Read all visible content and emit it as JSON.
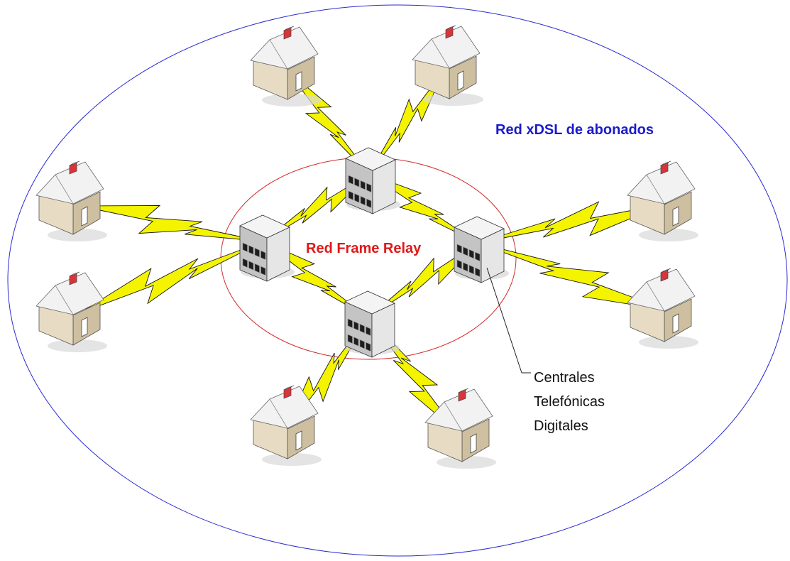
{
  "labels": {
    "outer_network": "Red xDSL de abonados",
    "inner_network": "Red Frame Relay",
    "callout_lines": [
      "Centrales",
      "Telefónicas",
      "Digitales"
    ]
  },
  "colors": {
    "outer_ellipse": "#2a2ad0",
    "inner_ellipse": "#d42a2a",
    "lightning": "#f4f400",
    "house_wall": "#e7dcc3",
    "house_roof": "#f2f2f2",
    "chimney": "#d8343a",
    "exchange_front": "#c4c4c4"
  },
  "diagram": {
    "exchanges": [
      {
        "id": "top"
      },
      {
        "id": "left"
      },
      {
        "id": "right"
      },
      {
        "id": "bottom"
      }
    ],
    "houses": [
      {
        "id": "top-left",
        "connects_to": "top"
      },
      {
        "id": "top-right",
        "connects_to": "top"
      },
      {
        "id": "left-upper",
        "connects_to": "left"
      },
      {
        "id": "left-lower",
        "connects_to": "left"
      },
      {
        "id": "right-upper",
        "connects_to": "right"
      },
      {
        "id": "right-lower",
        "connects_to": "right"
      },
      {
        "id": "bottom-left",
        "connects_to": "bottom"
      },
      {
        "id": "bottom-right",
        "connects_to": "bottom"
      }
    ],
    "exchange_links": [
      [
        "top",
        "left"
      ],
      [
        "top",
        "right"
      ],
      [
        "left",
        "bottom"
      ],
      [
        "right",
        "bottom"
      ]
    ]
  }
}
